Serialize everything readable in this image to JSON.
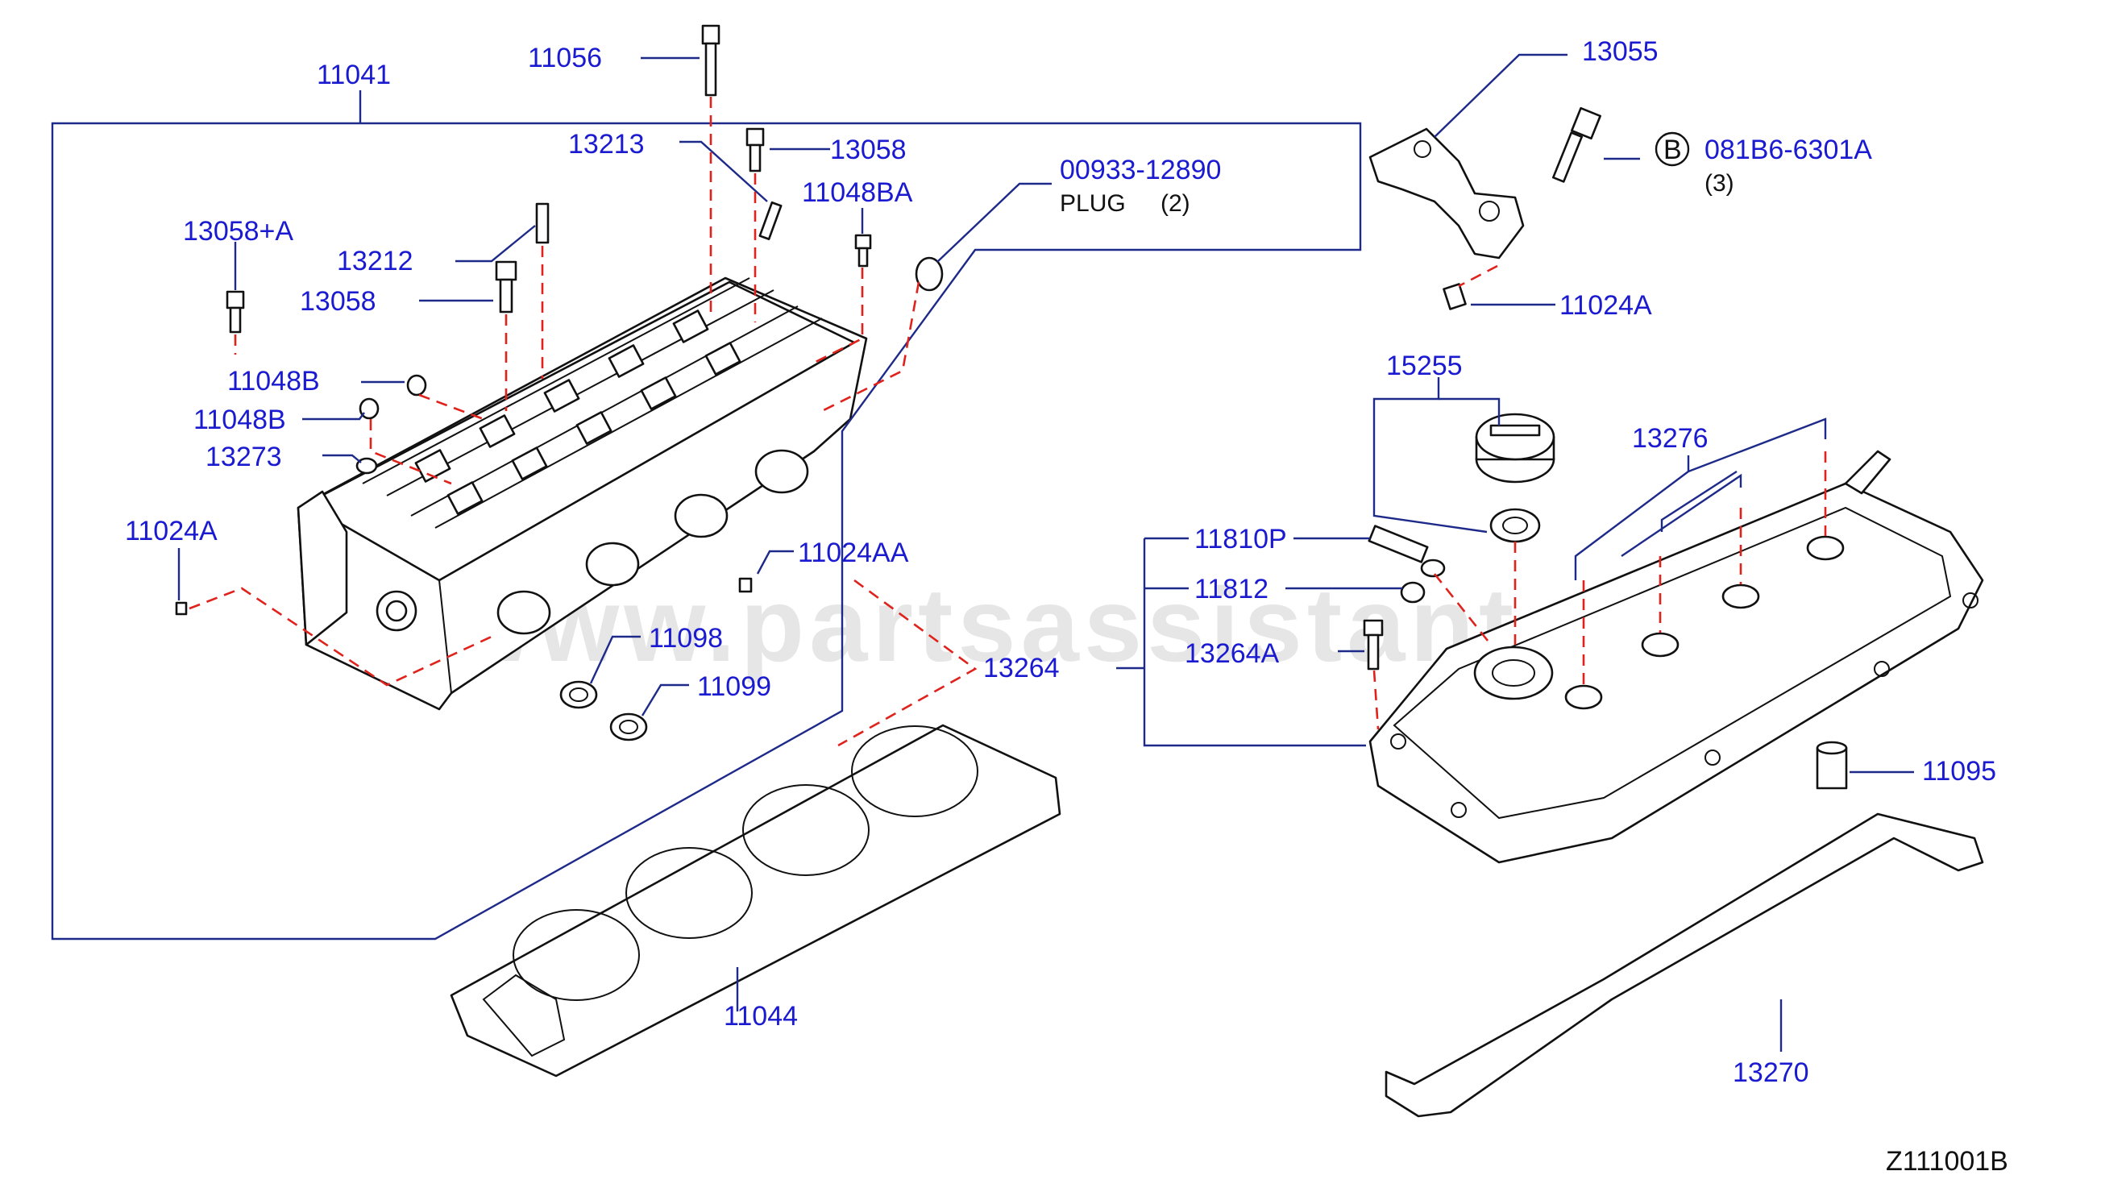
{
  "diagram": {
    "drawing_code": "Z111001B",
    "watermark": "www.partsassistant.com",
    "labels": {
      "p11041": "11041",
      "p11056": "11056",
      "p13213": "13213",
      "p13058_top": "13058",
      "p11048BA": "11048BA",
      "p13058A": "13058+A",
      "p13212": "13212",
      "p13058_left": "13058",
      "p11048B_1": "11048B",
      "p11048B_2": "11048B",
      "p13273": "13273",
      "p11024A_left": "11024A",
      "p11024AA": "11024AA",
      "p11098": "11098",
      "p11099": "11099",
      "p13264": "13264",
      "p11044": "11044",
      "p00933": "00933-12890",
      "plug": "PLUG",
      "plug_qty": "(2)",
      "p13055": "13055",
      "bolt_ref": "081B6-6301A",
      "bolt_qty": "(3)",
      "circle_b": "B",
      "p11024A_right": "11024A",
      "p15255": "15255",
      "p13276": "13276",
      "p11810P": "11810P",
      "p11812": "11812",
      "p13264A": "13264A",
      "p11095": "11095",
      "p13270": "13270"
    }
  }
}
